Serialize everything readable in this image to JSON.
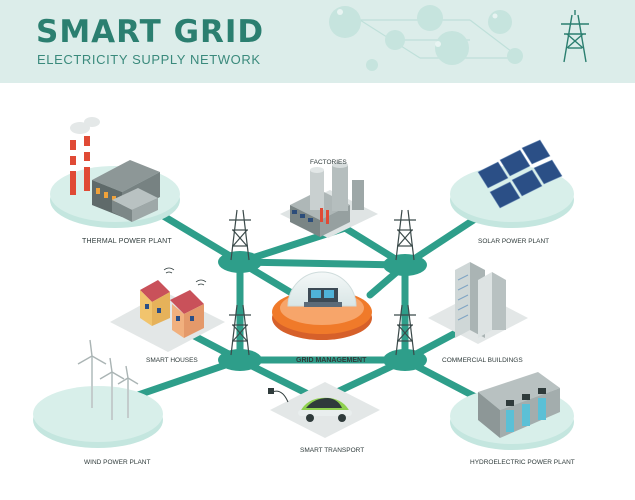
{
  "header": {
    "title": "SMART GRID",
    "subtitle": "ELECTRICITY SUPPLY NETWORK"
  },
  "nodes": {
    "thermal": "THERMAL POWER PLANT",
    "factories": "FACTORIES",
    "solar": "SOLAR POWER PLANT",
    "houses": "SMART HOUSES",
    "grid": "GRID MANAGEMENT",
    "commercial": "COMMERCIAL BUILDINGS",
    "wind": "WIND POWER PLANT",
    "transport": "SMART TRANSPORT",
    "hydro": "HYDROELECTRIC POWER PLANT"
  },
  "colors": {
    "accent": "#2e9e8a",
    "header_bg": "#dcedea",
    "hub_orange": "#f07a2a",
    "platform": "#d3ede8"
  }
}
